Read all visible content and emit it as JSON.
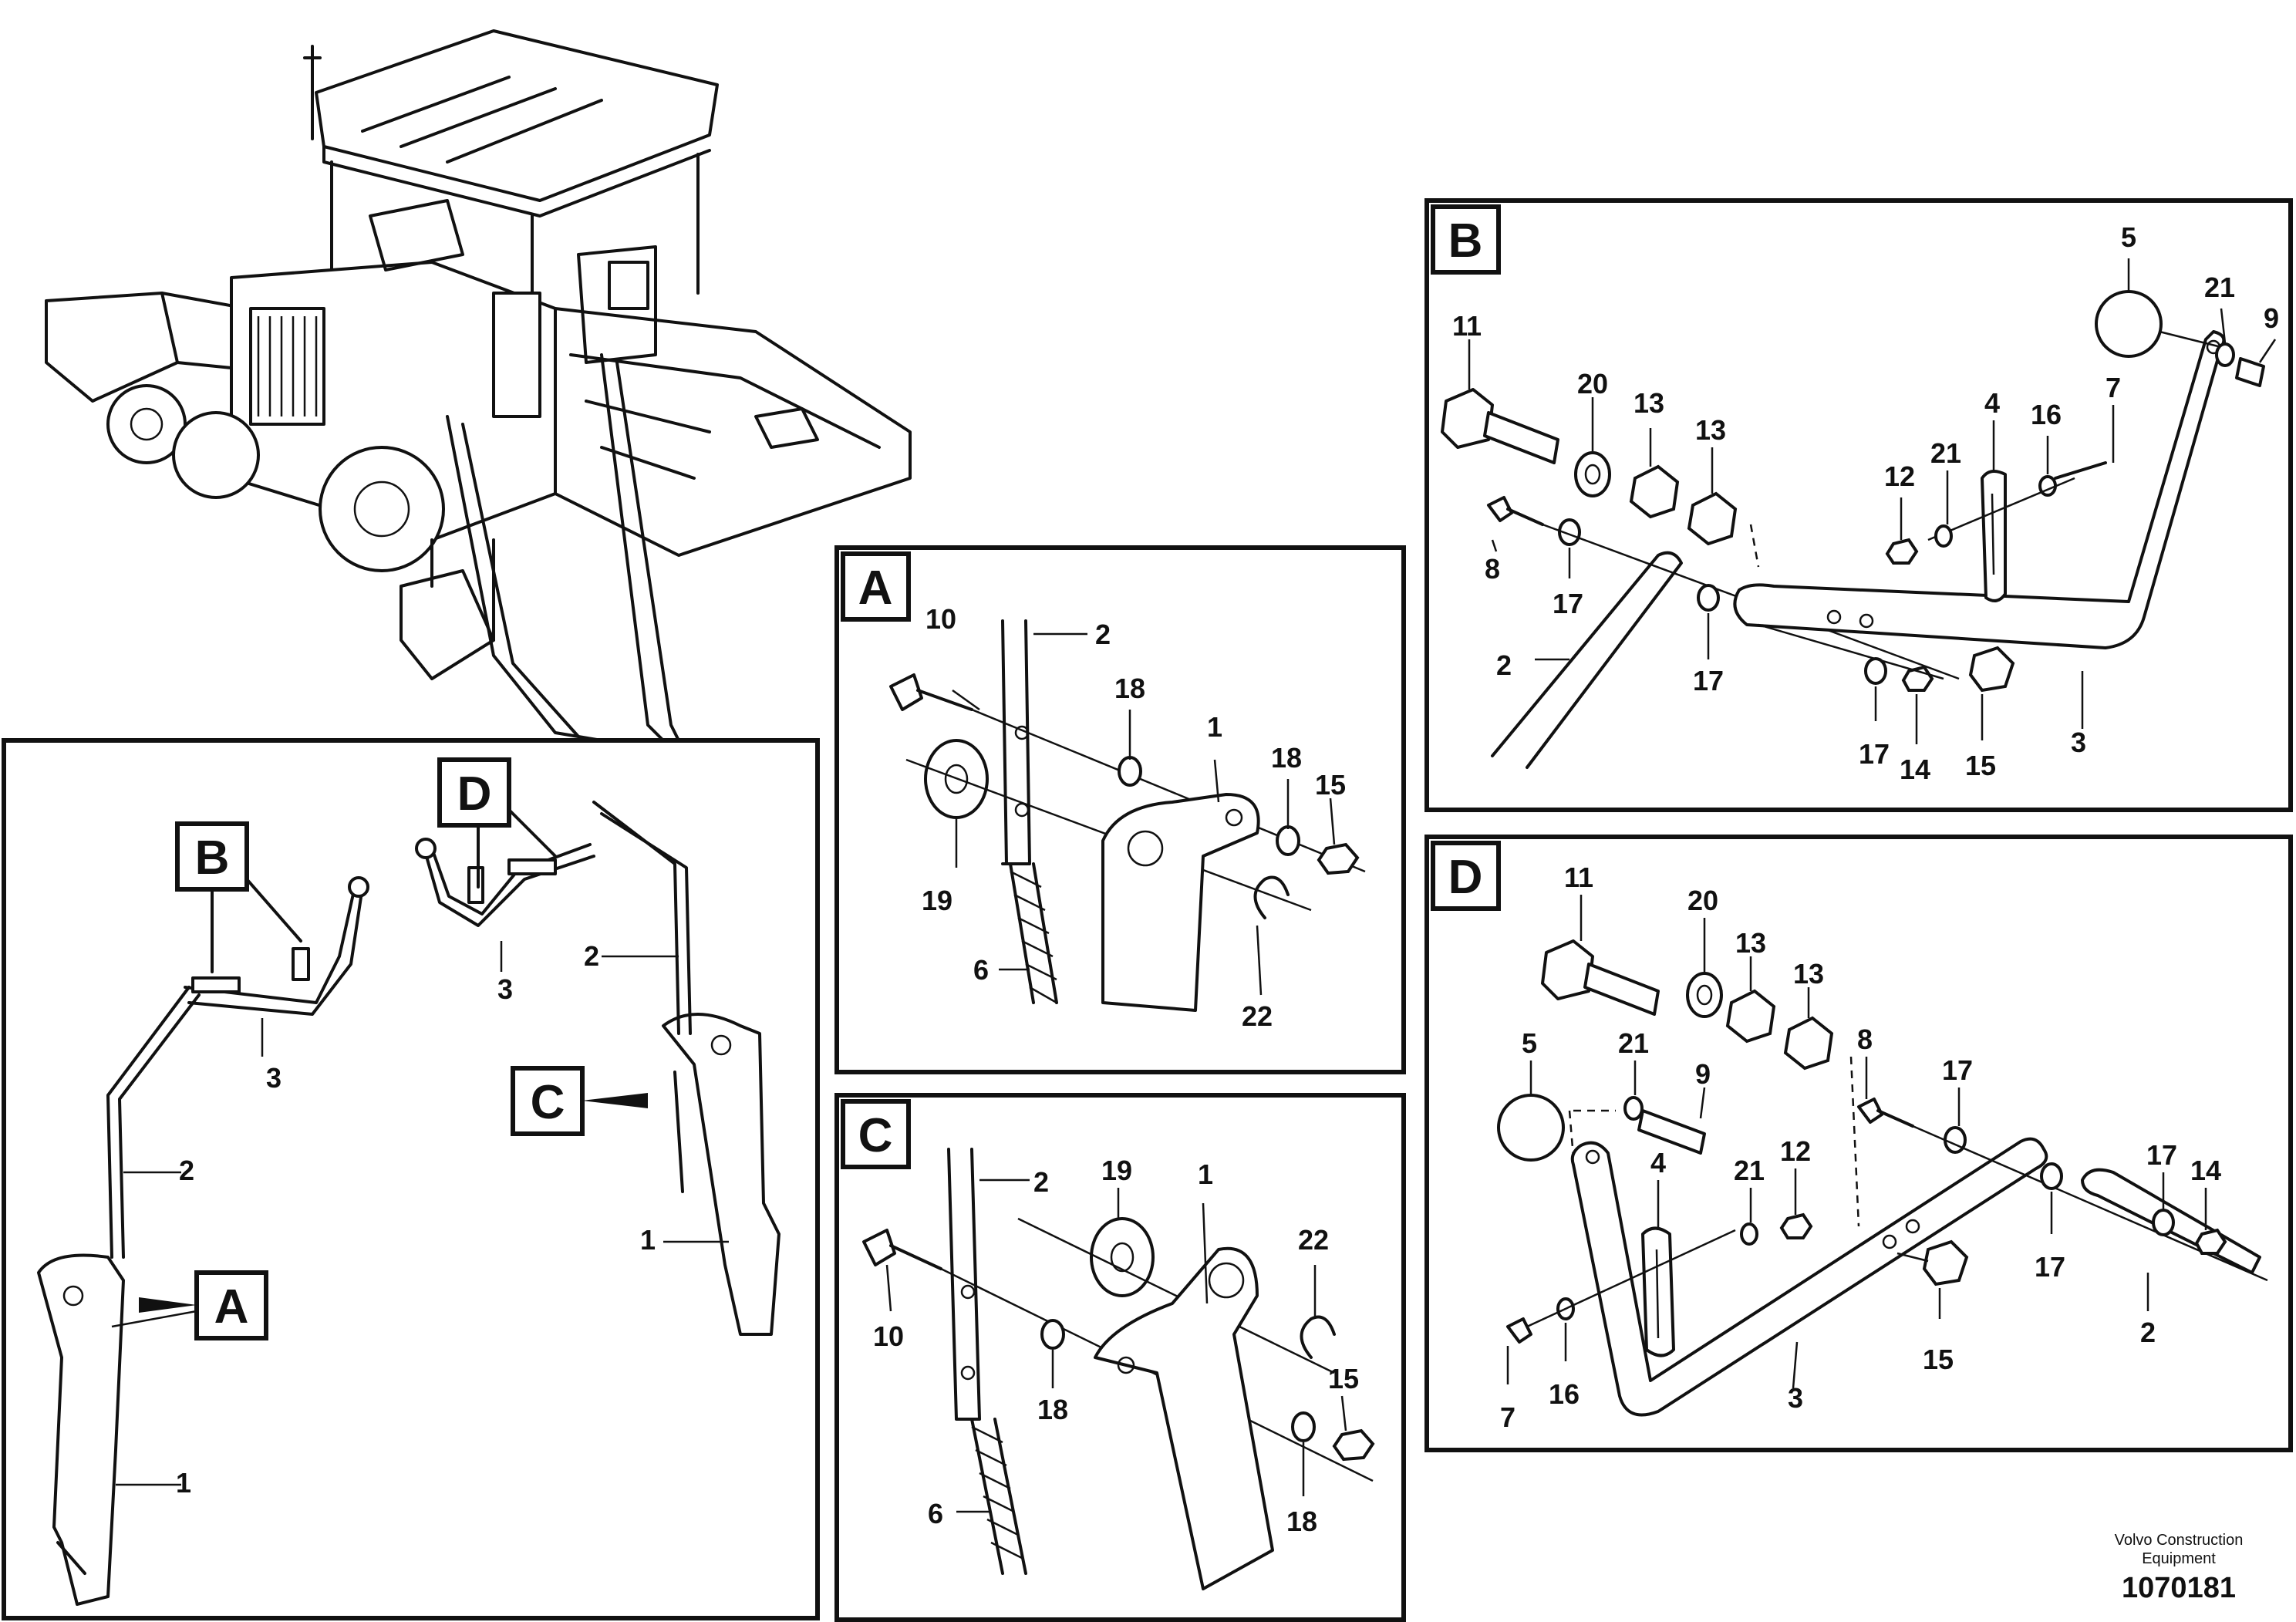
{
  "callouts": {
    "panel_tags": {
      "A": "A",
      "B": "B",
      "C": "C",
      "D": "D"
    },
    "overview": {
      "n1": "1",
      "n2": "2",
      "n3": "3",
      "m1": "1",
      "m2": "2",
      "m3": "3"
    },
    "panel_a": {
      "n10": "10",
      "n2": "2",
      "n18a": "18",
      "n1": "1",
      "n18b": "18",
      "n15": "15",
      "n19": "19",
      "n6": "6",
      "n22": "22"
    },
    "panel_b": {
      "n5": "5",
      "n21a": "21",
      "n9": "9",
      "n11": "11",
      "n20": "20",
      "n13a": "13",
      "n13b": "13",
      "n4": "4",
      "n16": "16",
      "n7": "7",
      "n12": "12",
      "n21b": "21",
      "n8": "8",
      "n17a": "17",
      "n17b": "17",
      "n2": "2",
      "n17c": "17",
      "n14": "14",
      "n15": "15",
      "n3": "3"
    },
    "panel_c": {
      "n2": "2",
      "n19": "19",
      "n1": "1",
      "n22": "22",
      "n10": "10",
      "n18a": "18",
      "n15": "15",
      "n6": "6",
      "n18b": "18"
    },
    "panel_d": {
      "n11": "11",
      "n20": "20",
      "n13a": "13",
      "n13b": "13",
      "n5": "5",
      "n21a": "21",
      "n9": "9",
      "n8": "8",
      "n17a": "17",
      "n17b": "17",
      "n14": "14",
      "n4": "4",
      "n21b": "21",
      "n12": "12",
      "n17c": "17",
      "n7": "7",
      "n16": "16",
      "n3": "3",
      "n15": "15",
      "n2": "2"
    }
  },
  "footer": {
    "credit": "Volvo Construction Equipment",
    "drawing_number": "1070181"
  }
}
